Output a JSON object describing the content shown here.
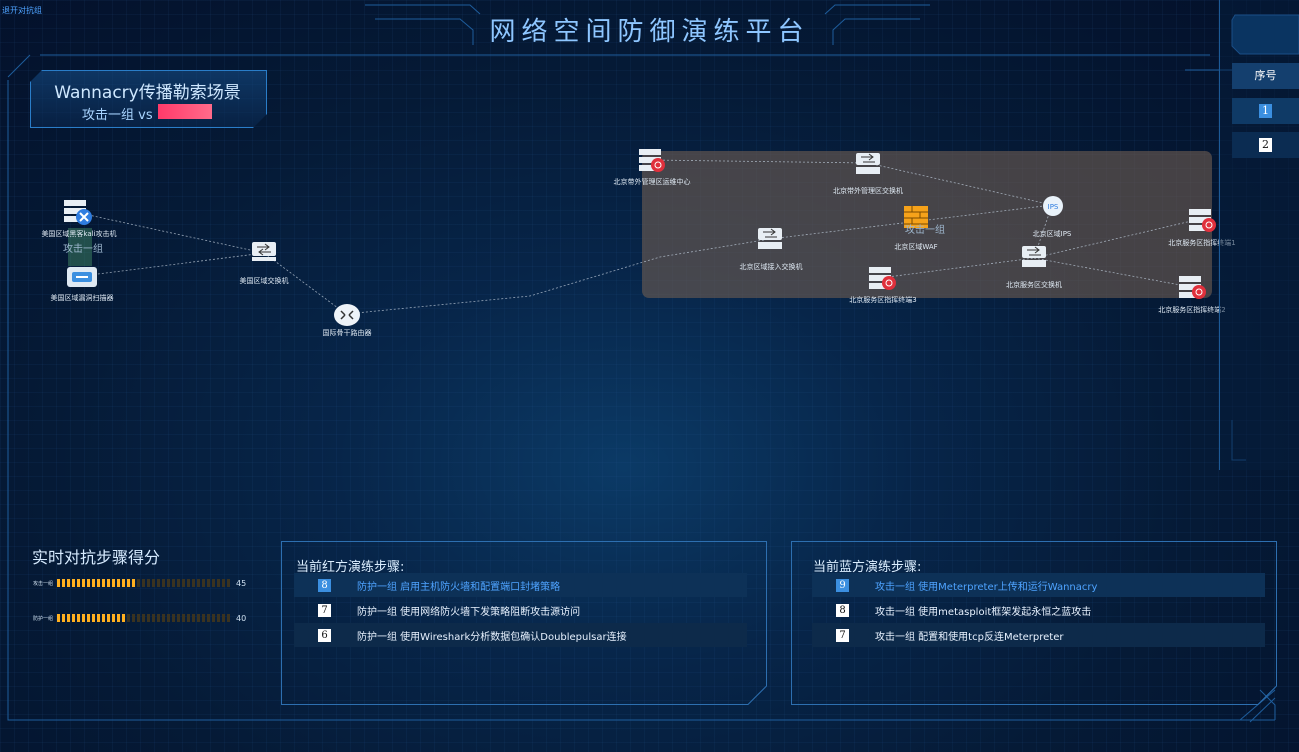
{
  "header": {
    "exit_link": "退开对抗组",
    "title": "网络空间防御演练平台"
  },
  "scene": {
    "title": "Wannacry传播勒索场景",
    "vs_text": "攻击一组 vs"
  },
  "topology": {
    "nodes": {
      "attacker": "美国区域黑客kali攻击机",
      "scanner": "美国区域漏洞扫描器",
      "us_switch": "美国区域交换机",
      "router": "国际骨干路由器",
      "ops_center": "北京带外管理区运维中心",
      "oob_switch": "北京带外管理区交换机",
      "waf": "北京区域WAF",
      "ips": "北京区域IPS",
      "access_switch": "北京区域接入交换机",
      "service_switch": "北京服务区交换机",
      "terminal1": "北京服务区指挥终端1",
      "terminal2": "北京服务区指挥终端2",
      "terminal3": "北京服务区指挥终端3"
    },
    "group_labels": {
      "left": "攻击一组",
      "right": "攻击一组"
    },
    "ips_badge": "IPS"
  },
  "score": {
    "title": "实时对抗步骤得分",
    "rows": [
      {
        "name": "攻击一组",
        "value": "45",
        "fill": 0.45
      },
      {
        "name": "防护一组",
        "value": "40",
        "fill": 0.4
      }
    ]
  },
  "red_steps": {
    "title": "当前红方演练步骤:",
    "items": [
      {
        "num": "8",
        "text": "防护一组 启用主机防火墙和配置端口封堵策略"
      },
      {
        "num": "7",
        "text": "防护一组 使用网络防火墙下发策略阻断攻击源访问"
      },
      {
        "num": "6",
        "text": "防护一组 使用Wireshark分析数据包确认Doublepulsar连接"
      }
    ]
  },
  "blue_steps": {
    "title": "当前蓝方演练步骤:",
    "items": [
      {
        "num": "9",
        "text": "攻击一组 使用Meterpreter上传和运行Wannacry"
      },
      {
        "num": "8",
        "text": "攻击一组 使用metasploit框架发起永恒之蓝攻击"
      },
      {
        "num": "7",
        "text": "攻击一组 配置和使用tcp反连Meterpreter"
      }
    ]
  },
  "sequence": {
    "header": "序号",
    "items": [
      "1",
      "2"
    ]
  },
  "colors": {
    "accent": "#3b8fe0",
    "red_tag": "#ff3a6a",
    "score_bar": "#ffb020",
    "overlay": "#6e5c50"
  }
}
